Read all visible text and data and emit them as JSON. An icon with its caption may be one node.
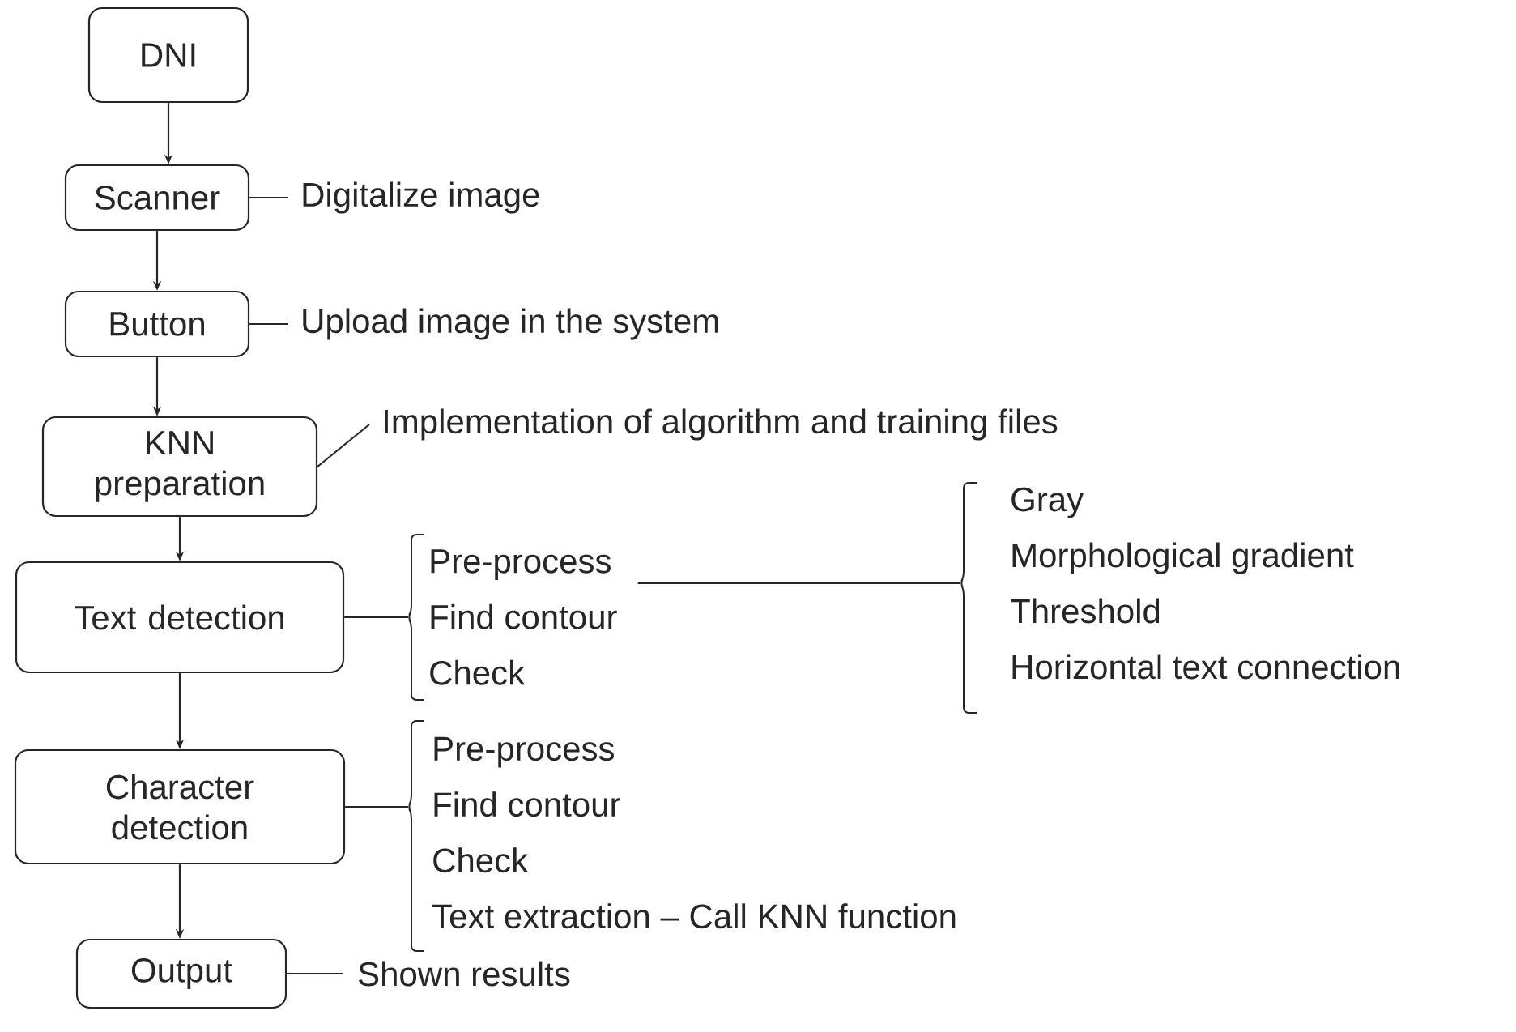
{
  "diagram": {
    "nodes": [
      {
        "text": [
          "DNI"
        ]
      },
      {
        "text": [
          "Scanner"
        ]
      },
      {
        "text": [
          "Button"
        ]
      },
      {
        "text": [
          "KNN preparation"
        ]
      },
      {
        "text": [
          "Text detection"
        ]
      },
      {
        "text": [
          "Character detection"
        ]
      },
      {
        "text": [
          "Output"
        ]
      },
      {
        "text": [
          "Digitalize image"
        ]
      },
      {
        "text": [
          "Upload image in the system"
        ]
      },
      {
        "text": [
          "Implementation of algorithm and training files"
        ]
      },
      {
        "text": [
          "Pre-process",
          "Find contour",
          "Check"
        ]
      },
      {
        "text": [
          "Gray",
          "Morphological gradient",
          "Threshold",
          "Horizontal text connection"
        ]
      },
      {
        "text": [
          "Pre-process",
          "Find contour",
          "Check",
          "Text extraction – Call KNN function"
        ]
      },
      {
        "text": [
          "Shown results"
        ]
      }
    ],
    "edges": [
      {
        "from": 0,
        "to": 1,
        "arrow": "to"
      },
      {
        "from": 1,
        "to": 2,
        "arrow": "to"
      },
      {
        "from": 2,
        "to": 3,
        "arrow": "to"
      },
      {
        "from": 3,
        "to": 4,
        "arrow": "to"
      },
      {
        "from": 4,
        "to": 5,
        "arrow": "to"
      },
      {
        "from": 5,
        "to": 6,
        "arrow": "to"
      },
      {
        "from": 7,
        "to": 1,
        "arrow": "none"
      },
      {
        "from": 8,
        "to": 2,
        "arrow": "none"
      },
      {
        "from": 9,
        "to": 3,
        "arrow": "none"
      },
      {
        "from": 4,
        "to": 10,
        "arrow": "none"
      },
      {
        "from": 10,
        "to": 11,
        "arrow": "none"
      },
      {
        "from": 5,
        "to": 12,
        "arrow": "none"
      },
      {
        "from": 13,
        "to": 6,
        "arrow": "none"
      }
    ]
  }
}
